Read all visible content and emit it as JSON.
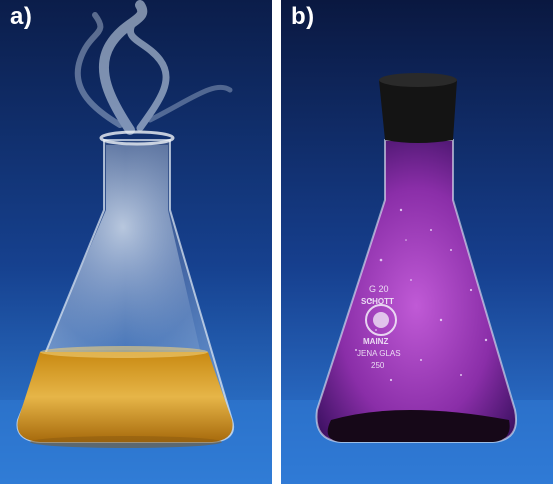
{
  "panels": [
    {
      "label": "a)",
      "colors": {
        "background_top": "#0b1d4a",
        "background_bottom": "#2f7ad6",
        "liquid": "#d9a21f",
        "vapor": "#cfe0f2"
      }
    },
    {
      "label": "b)",
      "colors": {
        "background_top": "#0a1840",
        "background_bottom": "#2e78d8",
        "vapor": "#a03ab8",
        "solid": "#160818",
        "stopper": "#141414"
      },
      "flask_marking": {
        "capacity_line1": "G 20",
        "brand_line1": "SCHOTT",
        "brand_line2": "MAINZ",
        "glass_type": "JENA GLAS",
        "volume": "250"
      }
    }
  ]
}
